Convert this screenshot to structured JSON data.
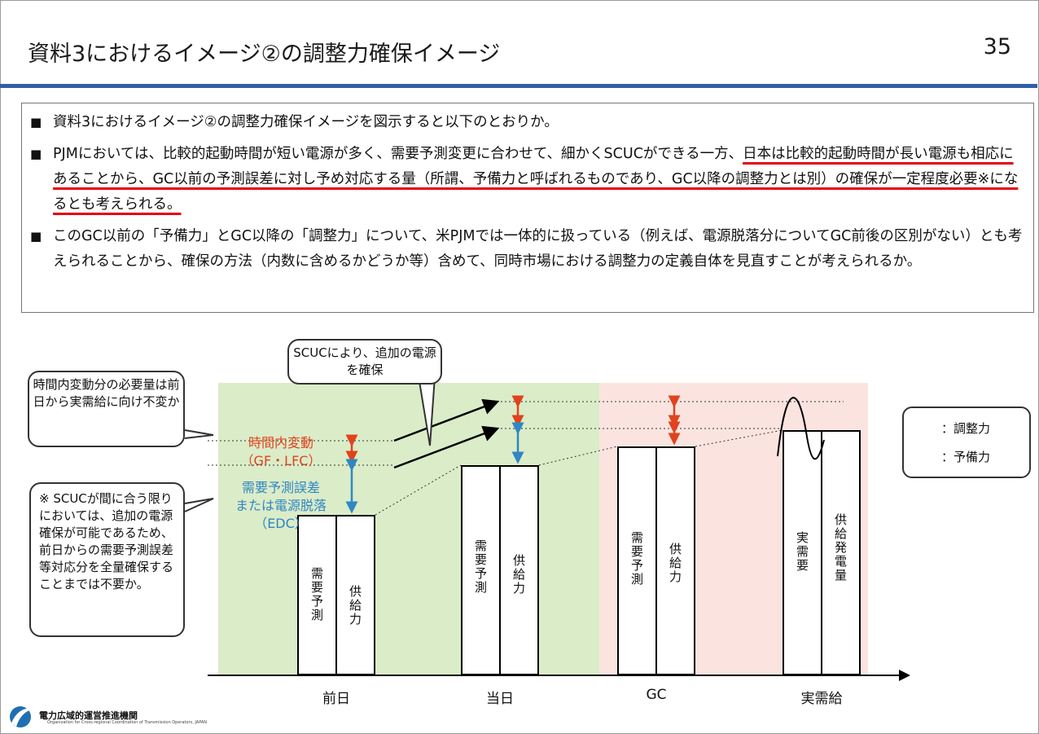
{
  "slide": {
    "title": "資料3におけるイメージ②の調整力確保イメージ",
    "page_number": "35"
  },
  "bullets": {
    "b1": "資料3におけるイメージ②の調整力確保イメージを図示すると以下のとおりか。",
    "b2_plain": "PJMにおいては、比較的起動時間が短い電源が多く、需要予測変更に合わせて、細かくSCUCができる一方、",
    "b2_underlined": "日本は比較的起動時間が長い電源も相応にあることから、GC以前の予測誤差に対し予め対応する量（所謂、予備力と呼ばれるものであり、GC以降の調整力とは別）の確保が一定程度必要※になるとも考えられる。",
    "b3": "このGC以前の「予備力」とGC以降の「調整力」について、米PJMでは一体的に扱っている（例えば、電源脱落分についてGC前後の区別がない）とも考えられることから、確保の方法（内数に含めるかどうか等）含めて、同時市場における調整力の定義自体を見直すことが考えられるか。"
  },
  "diagram": {
    "callout_top_left": "時間内変動分の必要量は前日から実需給に向け不変か",
    "callout_scuc": "SCUCにより、追加の電源を確保",
    "callout_note": "※ SCUCが間に合う限りにおいては、追加の電源確保が可能であるため、前日からの需要予測誤差等対応分を全量確保することまでは不要か。",
    "label_variation": "時間内変動\n（GF・LFC）",
    "label_forecast_error": "需要予測誤差\nまたは電源脱落\n（EDC）",
    "bars": {
      "demand_forecast": "需要予測",
      "supply": "供給力",
      "actual_demand": "実需要",
      "generation": "供給発電量"
    },
    "axis_ticks": [
      "前日",
      "当日",
      "GC",
      "実需給"
    ],
    "legend": {
      "adjust": "：調整力",
      "reserve": "：予備力"
    },
    "colors": {
      "adjust": "#e0431d",
      "reserve": "#2f87c4",
      "green_zone": "#dbecc8",
      "pink_zone": "#fbe4e0",
      "title_rule": "#2f5fa7"
    }
  },
  "logo": {
    "name": "電力広域的運営推進機関",
    "subtitle": "Organization for Cross-regional Coordination of Transmission Operators, JAPAN"
  }
}
